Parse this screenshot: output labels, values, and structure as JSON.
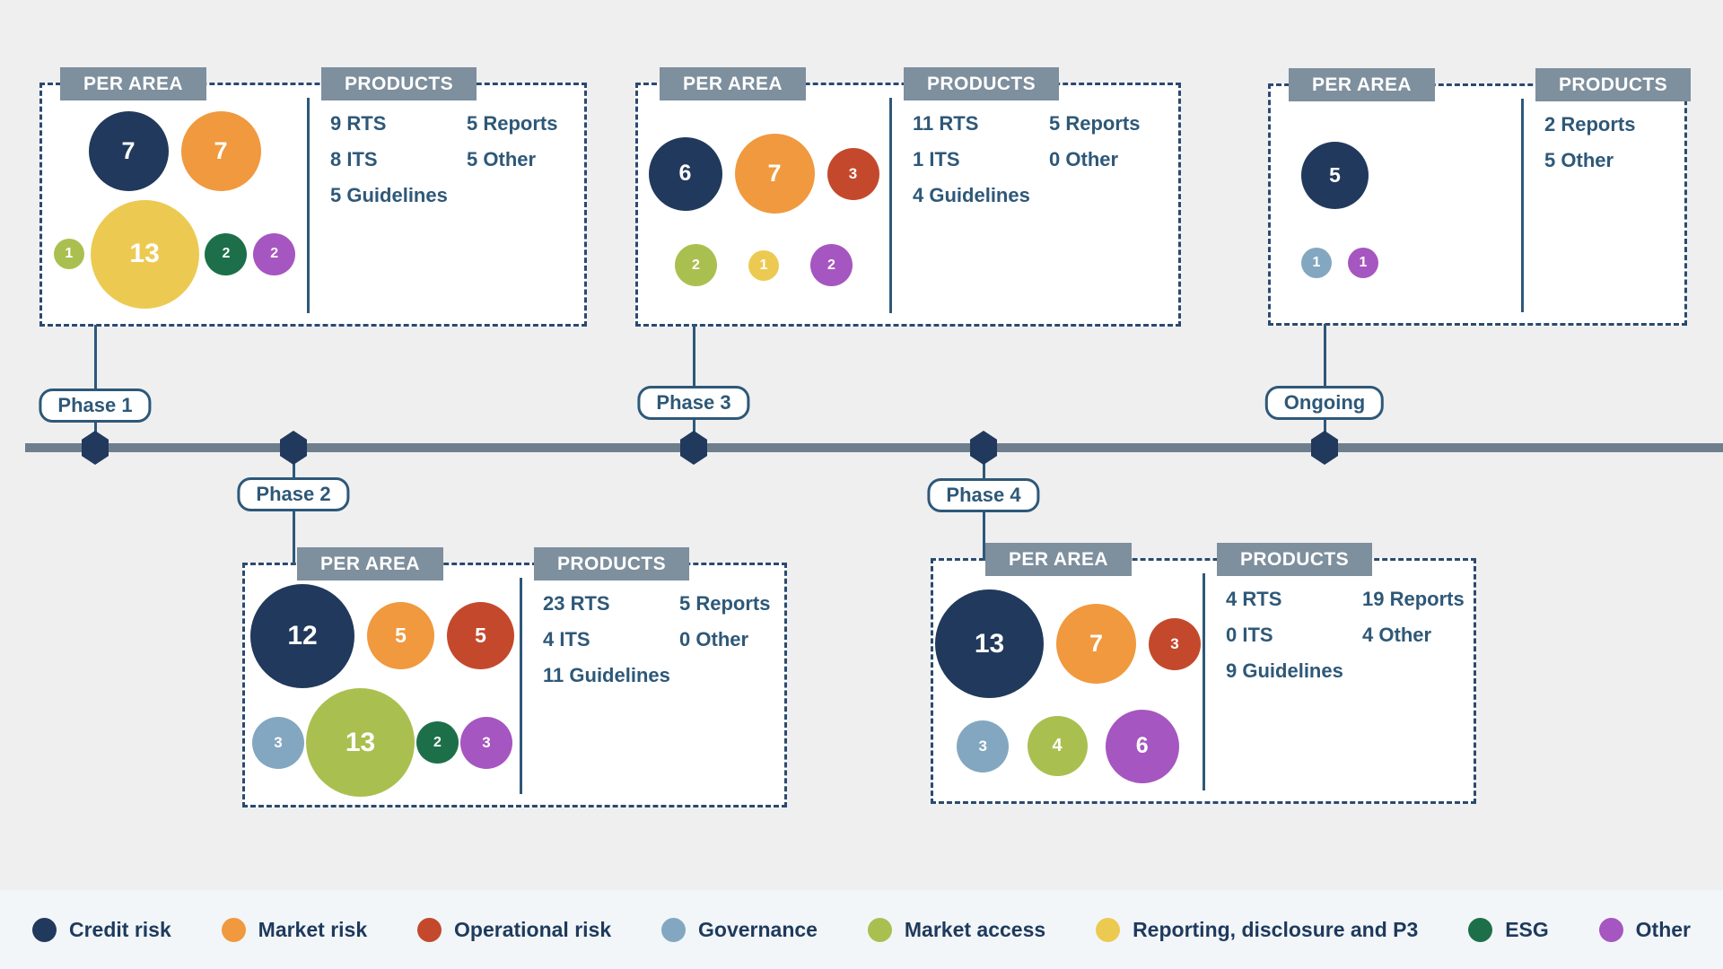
{
  "labels": {
    "per_area": "PER AREA",
    "products": "PRODUCTS"
  },
  "legend": {
    "items": [
      {
        "id": "credit",
        "label": "Credit risk",
        "color": "#21395c"
      },
      {
        "id": "market",
        "label": "Market risk",
        "color": "#f0993e"
      },
      {
        "id": "operational",
        "label": "Operational risk",
        "color": "#c4492c"
      },
      {
        "id": "governance",
        "label": "Governance",
        "color": "#83a7c0"
      },
      {
        "id": "market_access",
        "label": "Market access",
        "color": "#a9c050"
      },
      {
        "id": "reporting",
        "label": "Reporting, disclosure and P3",
        "color": "#ecca52"
      },
      {
        "id": "esg",
        "label": "ESG",
        "color": "#1d6f4a"
      },
      {
        "id": "other",
        "label": "Other",
        "color": "#a656c0"
      }
    ]
  },
  "boxes": [
    {
      "id": "phase1",
      "phase_label": "Phase 1",
      "bubbles": [
        [
          {
            "area": "credit",
            "value": 7
          },
          {
            "area": "market",
            "value": 7
          }
        ],
        [
          {
            "area": "market_access",
            "value": 1
          },
          {
            "area": "reporting",
            "value": 13
          },
          {
            "area": "esg",
            "value": 2
          },
          {
            "area": "other",
            "value": 2
          }
        ]
      ],
      "products_left": [
        {
          "count": 9,
          "label": "RTS"
        },
        {
          "count": 8,
          "label": "ITS"
        },
        {
          "count": 5,
          "label": "Guidelines"
        }
      ],
      "products_right": [
        {
          "count": 5,
          "label": "Reports"
        },
        {
          "count": 5,
          "label": "Other"
        }
      ]
    },
    {
      "id": "phase2",
      "phase_label": "Phase 2",
      "bubbles": [
        [
          {
            "area": "credit",
            "value": 12
          },
          {
            "area": "market",
            "value": 5
          },
          {
            "area": "operational",
            "value": 5
          }
        ],
        [
          {
            "area": "governance",
            "value": 3
          },
          {
            "area": "market_access",
            "value": 13
          },
          {
            "area": "esg",
            "value": 2
          },
          {
            "area": "other",
            "value": 3
          }
        ]
      ],
      "products_left": [
        {
          "count": 23,
          "label": "RTS"
        },
        {
          "count": 4,
          "label": "ITS"
        },
        {
          "count": 11,
          "label": "Guidelines"
        }
      ],
      "products_right": [
        {
          "count": 5,
          "label": "Reports"
        },
        {
          "count": 0,
          "label": "Other"
        }
      ]
    },
    {
      "id": "phase3",
      "phase_label": "Phase 3",
      "bubbles": [
        [
          {
            "area": "credit",
            "value": 6
          },
          {
            "area": "market",
            "value": 7
          },
          {
            "area": "operational",
            "value": 3
          }
        ],
        [
          {
            "area": "market_access",
            "value": 2
          },
          {
            "area": "reporting",
            "value": 1
          },
          {
            "area": "other",
            "value": 2
          }
        ]
      ],
      "products_left": [
        {
          "count": 11,
          "label": "RTS"
        },
        {
          "count": 1,
          "label": "ITS"
        },
        {
          "count": 4,
          "label": "Guidelines"
        }
      ],
      "products_right": [
        {
          "count": 5,
          "label": "Reports"
        },
        {
          "count": 0,
          "label": "Other"
        }
      ]
    },
    {
      "id": "phase4",
      "phase_label": "Phase 4",
      "bubbles": [
        [
          {
            "area": "credit",
            "value": 13
          },
          {
            "area": "market",
            "value": 7
          },
          {
            "area": "operational",
            "value": 3
          }
        ],
        [
          {
            "area": "governance",
            "value": 3
          },
          {
            "area": "market_access",
            "value": 4
          },
          {
            "area": "other",
            "value": 6
          }
        ]
      ],
      "products_left": [
        {
          "count": 4,
          "label": "RTS"
        },
        {
          "count": 0,
          "label": "ITS"
        },
        {
          "count": 9,
          "label": "Guidelines"
        }
      ],
      "products_right": [
        {
          "count": 19,
          "label": "Reports"
        },
        {
          "count": 4,
          "label": "Other"
        }
      ]
    },
    {
      "id": "ongoing",
      "phase_label": "Ongoing",
      "bubbles": [
        [
          {
            "area": "credit",
            "value": 5
          }
        ],
        [
          {
            "area": "governance",
            "value": 1
          },
          {
            "area": "other",
            "value": 1
          }
        ]
      ],
      "products_left": [],
      "products_right": [
        {
          "count": 2,
          "label": "Reports"
        },
        {
          "count": 5,
          "label": "Other"
        }
      ]
    }
  ]
}
